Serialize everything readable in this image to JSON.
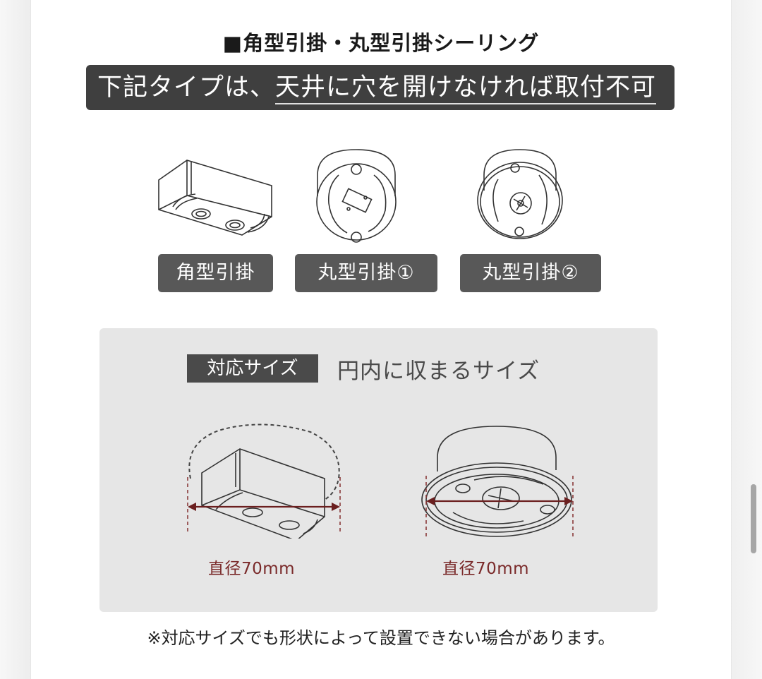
{
  "title": "■角型引掛・丸型引掛シーリング",
  "banner": {
    "prefix": "下記タイプは、",
    "underlined": "天井に穴を開けなければ取付不可"
  },
  "types": [
    {
      "label": "角型引掛",
      "icon": "square-ceiling-hook-icon"
    },
    {
      "label": "丸型引掛①",
      "icon": "round-ceiling-hook-1-icon"
    },
    {
      "label": "丸型引掛②",
      "icon": "round-ceiling-hook-2-icon"
    }
  ],
  "size_panel": {
    "tag": "対応サイズ",
    "text": "円内に収まるサイズ",
    "diagrams": [
      {
        "shape": "square",
        "dimension": "直径70mm"
      },
      {
        "shape": "round",
        "dimension": "直径70mm"
      }
    ]
  },
  "note": "※対応サイズでも形状によって設置できない場合があります。",
  "colors": {
    "banner_bg": "#3f3f3f",
    "chip_bg": "#585858",
    "panel_bg": "#e6e6e6",
    "dimension": "#7a2a2a"
  }
}
